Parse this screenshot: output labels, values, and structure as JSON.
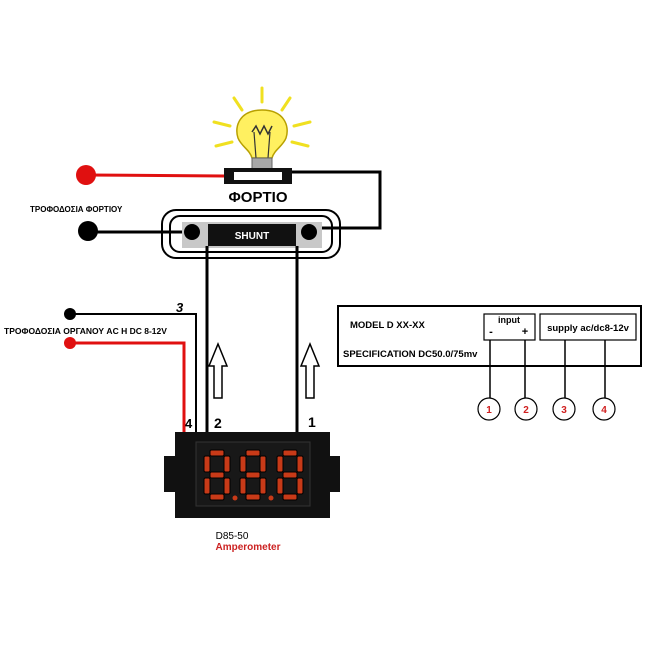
{
  "load": {
    "label": "ΦΟΡΤΙΟ",
    "supply_label": "ΤΡΟΦΟΔΟΣΙΑ ΦΟΡΤΙΟΥ"
  },
  "shunt": {
    "label": "SHUNT"
  },
  "instrument_supply_label": "ΤΡΟΦΟΔΟΣΙΑ ΟΡΓΑΝΟΥ AC H DC 8-12V",
  "wire_numbers": {
    "w1": "1",
    "w2": "2",
    "w3": "3",
    "w4": "4"
  },
  "meter": {
    "model": "D85-50",
    "type": "Amperometer"
  },
  "spec_panel": {
    "model": "MODEL D XX-XX",
    "specification": "SPECIFICATION DC50.0/75mv",
    "input_label": "input",
    "input_minus": "-",
    "input_plus": "+",
    "supply_label": "supply ac/dc8-12v",
    "terminals": [
      "1",
      "2",
      "3",
      "4"
    ]
  },
  "colors": {
    "wire_red": "#e01010",
    "wire_black": "#000000",
    "segment_red": "#c83a18",
    "terminal_red": "#d02020",
    "meter_label_red": "#cc2222",
    "bulb_yellow": "#fff060",
    "ray_yellow": "#f0e020",
    "shunt_gray": "#c8c8c8"
  }
}
